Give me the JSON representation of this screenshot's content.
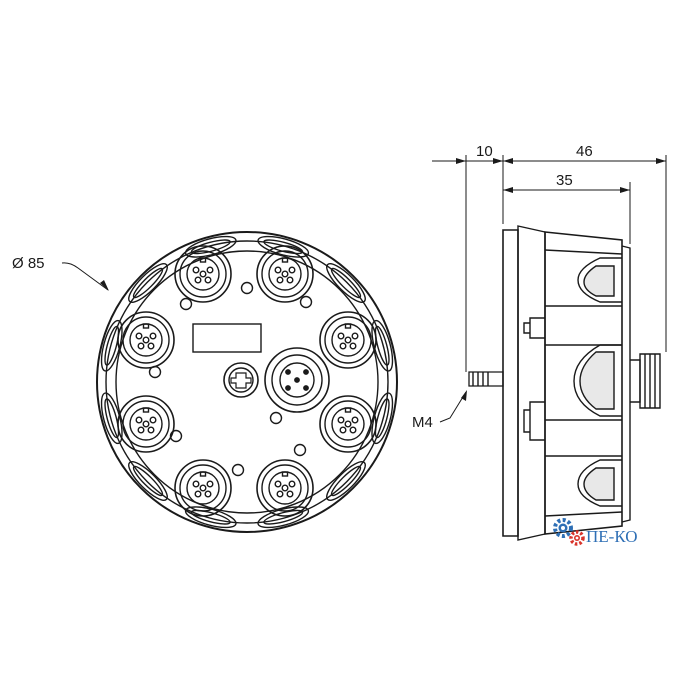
{
  "dimensions": {
    "diameter": "Ø 85",
    "offset": "10",
    "total_depth": "46",
    "body_depth": "35",
    "thread": "M4"
  },
  "logo": {
    "text": "ПЕ-КО",
    "primary_color": "#2e6fb5",
    "accent_color": "#d9342b"
  },
  "colors": {
    "line": "#1a1a1a",
    "background": "#ffffff"
  }
}
